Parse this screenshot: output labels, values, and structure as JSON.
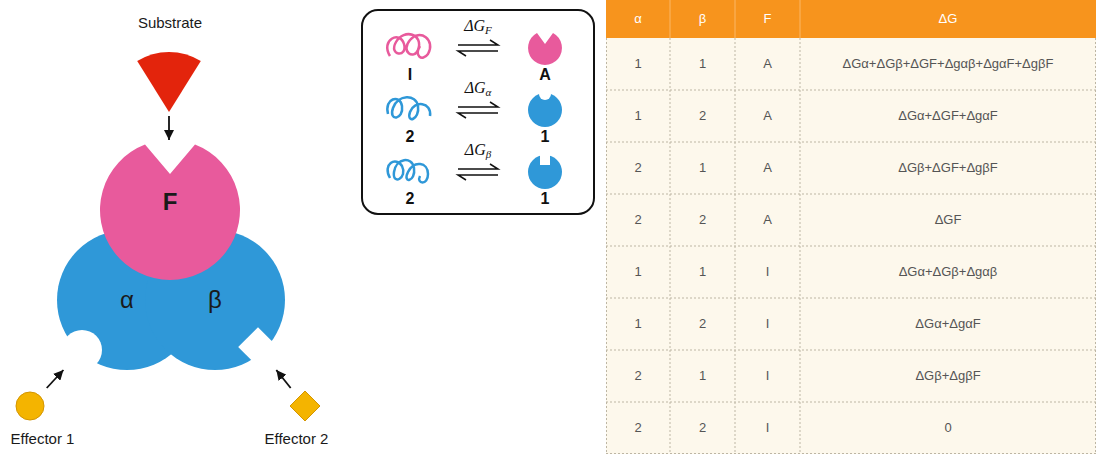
{
  "diagram": {
    "nodes": [
      {
        "text": [
          "Substrate"
        ]
      },
      {
        "text": [
          "F"
        ]
      },
      {
        "text": [
          "α"
        ]
      },
      {
        "text": [
          "β"
        ]
      },
      {
        "text": [
          "Effector 1"
        ]
      },
      {
        "text": [
          "Effector 2"
        ]
      }
    ],
    "edges": [
      {
        "from": 0,
        "to": 1,
        "arrow": "to"
      },
      {
        "from": 4,
        "to": 2,
        "arrow": "to"
      },
      {
        "from": 5,
        "to": 3,
        "arrow": "to"
      }
    ],
    "labels": [
      "ΔGF",
      "I",
      "A",
      "ΔGα",
      "2",
      "1",
      "ΔGβ",
      "2",
      "1",
      "α",
      "β",
      "F",
      "ΔG",
      "1",
      "1",
      "A",
      "ΔGα+ΔGβ+ΔGF+Δgαβ+ΔgαF+ΔgβF",
      "1",
      "2",
      "A",
      "ΔGα+ΔGF+ΔgαF",
      "2",
      "1",
      "A",
      "ΔGβ+ΔGF+ΔgβF",
      "2",
      "2",
      "A",
      "ΔGF",
      "1",
      "1",
      "I",
      "ΔGα+ΔGβ+Δgαβ",
      "1",
      "2",
      "I",
      "ΔGα+ΔgαF",
      "2",
      "1",
      "I",
      "ΔGβ+ΔgβF",
      "2",
      "2",
      "I",
      "0"
    ]
  }
}
